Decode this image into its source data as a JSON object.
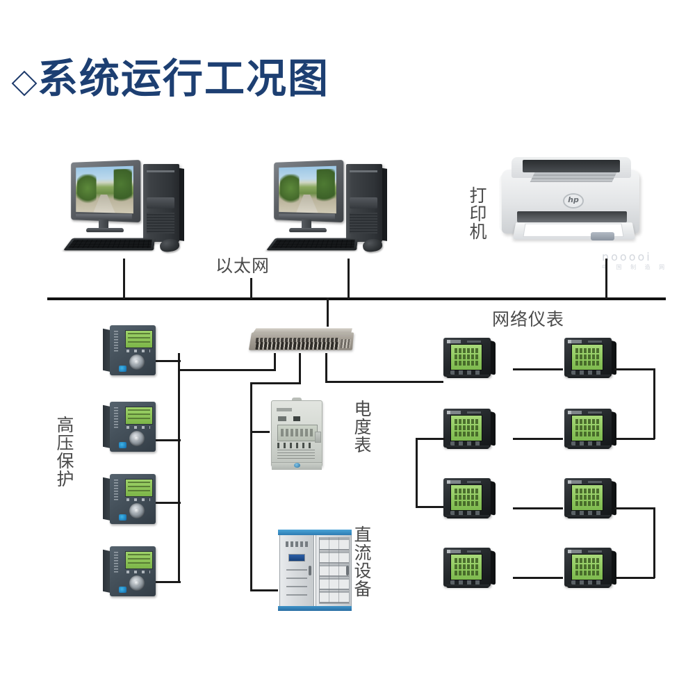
{
  "title": {
    "bullet": "diamond-bullet",
    "text": "系统运行工况图",
    "color": "#1d3f72"
  },
  "labels": {
    "ethernet": "以太网",
    "printer": "打印机",
    "network_meters": "网络仪表",
    "hv_protection": "高压保护",
    "energy_meter": "电度表",
    "dc_equipment": "直流设备"
  },
  "watermark": {
    "text": "nooooi",
    "subtext": "中 国 制 造 网"
  },
  "nodes": {
    "workstations": [
      {
        "name": "operator-workstation-1",
        "screen_image": "road-landscape"
      },
      {
        "name": "operator-workstation-2",
        "screen_image": "road-landscape"
      }
    ],
    "printer": {
      "name": "laser-printer",
      "brand_mark": "hp"
    },
    "switch": {
      "name": "ethernet-switch",
      "ports": "48"
    },
    "protection_relays_count": "4",
    "energy_meter": {
      "name": "kwh-meter"
    },
    "dc_equipment": {
      "name": "dc-power-cabinet",
      "cabinets": "2"
    },
    "network_meters_count": "8"
  },
  "bus": {
    "name": "ethernet-backbone"
  }
}
